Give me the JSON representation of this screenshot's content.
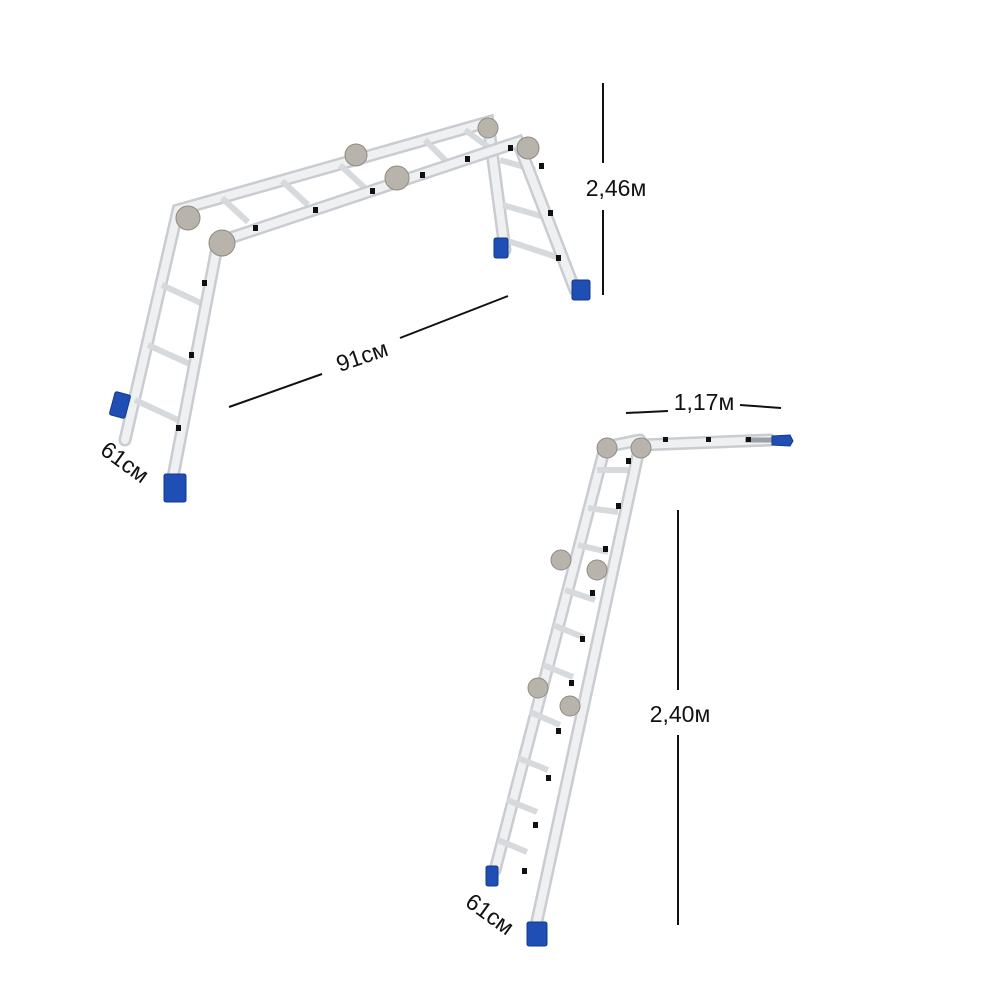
{
  "diagram": {
    "arch_ladder": {
      "height_label": "2,46м",
      "span_label": "91см",
      "width_label": "61см"
    },
    "lean_ladder": {
      "top_label": "1,17м",
      "height_label": "2,40м",
      "width_label": "61см"
    },
    "colors": {
      "foot": "#1f4fb5",
      "rail": "#c9ccd0",
      "joint": "#b9b4ab"
    }
  }
}
